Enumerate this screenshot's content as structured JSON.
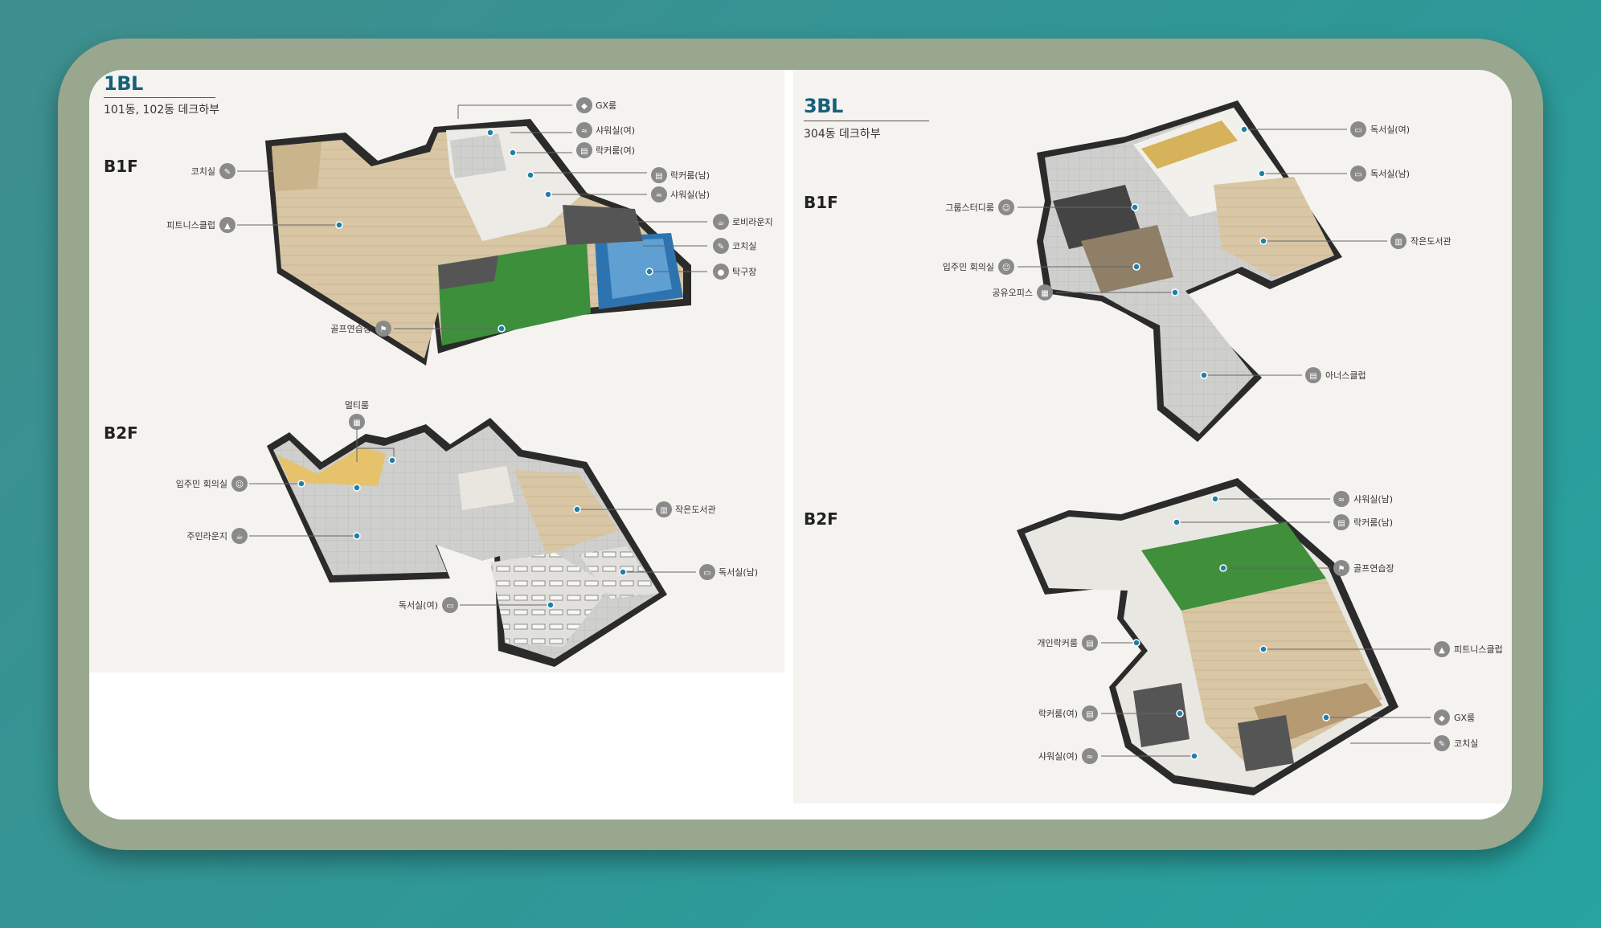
{
  "left": {
    "title": "1BL",
    "subtitle": "101동, 102동 데크하부",
    "floors": {
      "b1": "B1F",
      "b2": "B2F"
    },
    "labels": {
      "gx": "GX룸",
      "shower_f": "샤워실(여)",
      "locker_f": "락커룸(여)",
      "locker_m": "락커룸(남)",
      "shower_m": "샤워실(남)",
      "lobby": "로비라운지",
      "coach_r": "코치실",
      "pingpong": "탁구장",
      "coach_l": "코치실",
      "fitness": "피트니스클럽",
      "golf": "골프연습장",
      "multi": "멀티룸",
      "meeting": "입주민 회의실",
      "lounge": "주민라운지",
      "library": "작은도서관",
      "study_m": "독서실(남)",
      "study_f": "독서실(여)"
    }
  },
  "right": {
    "title": "3BL",
    "subtitle": "304동 데크하부",
    "floors": {
      "b1": "B1F",
      "b2": "B2F"
    },
    "labels": {
      "study_f": "독서실(여)",
      "study_m": "독서실(남)",
      "group": "그룹스터디룸",
      "library": "작은도서관",
      "meeting": "입주민 회의실",
      "office": "공유오피스",
      "tennis": "아너스클럽",
      "shower_m": "샤워실(남)",
      "locker_m": "락커룸(남)",
      "golf": "골프연습장",
      "personal_locker": "개인락커룸",
      "fitness": "피트니스클럽",
      "locker_f": "락커룸(여)",
      "gx": "GX룸",
      "coach": "코치실",
      "shower_f": "샤워실(여)"
    }
  },
  "colors": {
    "accent": "#17607a",
    "marker": "#1f7fa8",
    "frame": "#98a78e",
    "icon": "#8a8a8a"
  }
}
